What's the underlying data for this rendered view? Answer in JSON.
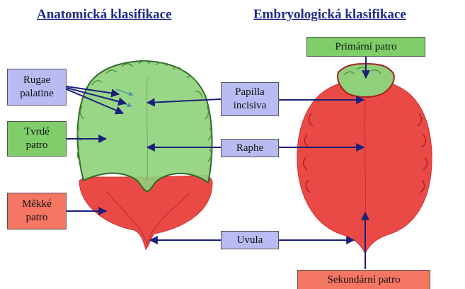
{
  "titles": {
    "left": "Anatomická klasifikace",
    "right": "Embryologická klasifikace"
  },
  "labels": {
    "rugae_palatine": "Rugae\npalatine",
    "tvrde_patro": "Tvrdé\npatro",
    "mekke_patro": "Měkké\npatro",
    "papilla_incisiva": "Papilla\nincisiva",
    "raphe": "Raphe",
    "uvula": "Uvula",
    "primarni_patro": "Primární patro",
    "sekundarni_patro": "Sekundární patro"
  },
  "colors": {
    "title": "#1f2a8a",
    "label_blue": "#b8bcf2",
    "label_green": "#7fce6a",
    "label_red": "#f47663",
    "arrow": "#1a1f7a"
  }
}
